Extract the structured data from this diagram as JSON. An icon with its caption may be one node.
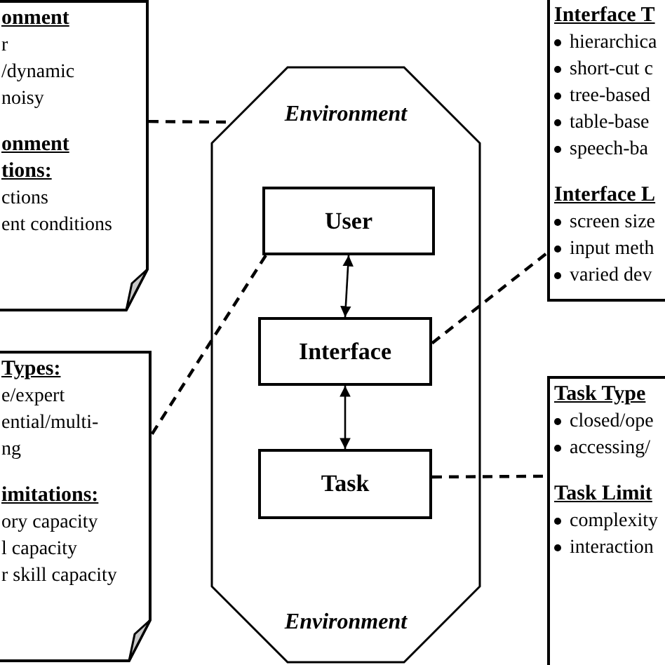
{
  "diagram": {
    "nodes": [
      {
        "text": [
          "onment",
          "r",
          "/dynamic",
          "noisy",
          "onment",
          "tions:",
          "ctions",
          "ent conditions"
        ]
      },
      {
        "text": [
          "Types:",
          "e/expert",
          "ential/multi-",
          "ng",
          "imitations:",
          "ory capacity",
          "l capacity",
          "r skill capacity"
        ]
      },
      {
        "text": [
          "Environment",
          "Environment"
        ]
      },
      {
        "text": [
          "User"
        ],
        "in": 2
      },
      {
        "text": [
          "Interface"
        ],
        "in": 2
      },
      {
        "text": [
          "Task"
        ],
        "in": 2
      },
      {
        "text": [
          "Interface T",
          "hierarchica",
          "short-cut c",
          "tree-based",
          "table-base",
          "speech-ba",
          "Interface L",
          "screen size",
          "input meth",
          "varied dev"
        ]
      },
      {
        "text": [
          "Task Type",
          "closed/ope",
          "accessing/",
          "Task Limit",
          "complexity",
          "interaction"
        ]
      }
    ],
    "edges": [
      {
        "from": 0,
        "to": 2,
        "arrow": "none",
        "style": "dashed"
      },
      {
        "from": 3,
        "to": 1,
        "arrow": "none",
        "style": "dashed"
      },
      {
        "from": 4,
        "to": 6,
        "arrow": "none",
        "style": "dashed"
      },
      {
        "from": 5,
        "to": 7,
        "arrow": "none",
        "style": "dashed"
      },
      {
        "from": 3,
        "to": 4,
        "arrow": "both"
      },
      {
        "from": 4,
        "to": 5,
        "arrow": "both"
      }
    ]
  }
}
